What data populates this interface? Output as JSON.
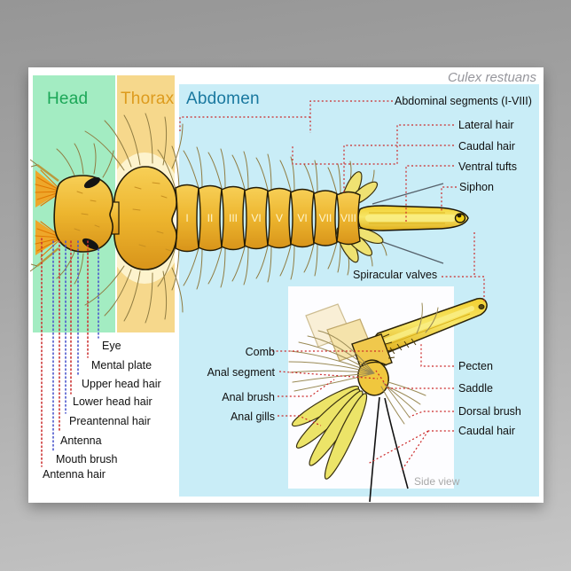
{
  "poster": {
    "brand": "Culex restuans"
  },
  "regions": {
    "head": "Head",
    "thorax": "Thorax",
    "abdomen": "Abdomen"
  },
  "segments": [
    "I",
    "II",
    "III",
    "VI",
    "V",
    "VI",
    "VII",
    "VIII"
  ],
  "labels": {
    "right": [
      "Abdominal segments (I-VIII)",
      "Lateral hair",
      "Caudal hair",
      "Ventral tufts",
      "Siphon"
    ],
    "spiracular": "Spiracular valves",
    "head": [
      "Eye",
      "Mental plate",
      "Upper head hair",
      "Lower head hair",
      "Preantennal hair",
      "Antenna",
      "Mouth brush",
      "Antenna hair"
    ],
    "inset_left": [
      "Comb",
      "Anal segment",
      "Anal brush",
      "Anal gills"
    ],
    "inset_right": [
      "Pecten",
      "Saddle",
      "Dorsal brush",
      "Caudal hair"
    ],
    "side_view": "Side view"
  },
  "colors": {
    "head_band": "#a3ecc2",
    "thorax_band": "#f6d88c",
    "abdomen_band": "#c9edf7",
    "head_text": "#1ba757",
    "thorax_text": "#dd9b1d",
    "abdomen_text": "#19789f",
    "leader_red": "#cc2929",
    "leader_blue": "#4a55cc",
    "body_gold": "#eab02c",
    "brand_gray": "#96969c"
  }
}
